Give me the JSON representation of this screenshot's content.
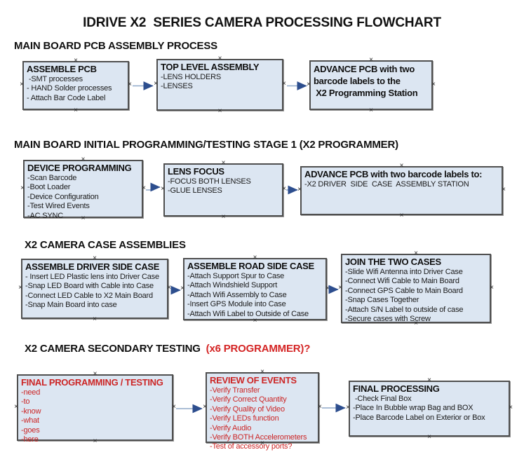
{
  "title": "IDRIVE X2  SERIES CAMERA PROCESSING FLOWCHART",
  "colors": {
    "box_fill": "#dce6f2",
    "box_border": "#4f4f4f",
    "red_text": "#cc2626",
    "heading_red": "#d42525",
    "arrow_line": "#8fa9c9",
    "arrow_head": "#2d4e8e"
  },
  "connection_point_glyph": "×",
  "sections": [
    {
      "heading": "MAIN BOARD PCB ASSEMBLY PROCESS",
      "boxes": [
        {
          "title": "ASSEMBLE PCB",
          "items": [
            " -SMT processes",
            "- HAND Solder processes",
            "- Attach Bar Code Label"
          ]
        },
        {
          "title": "TOP LEVEL ASSEMBLY",
          "items": [
            "-LENS HOLDERS",
            "-LENSES"
          ]
        },
        {
          "title_lines": [
            "ADVANCE PCB with two",
            "barcode labels to the",
            " X2 Programming Station"
          ]
        }
      ]
    },
    {
      "heading": "MAIN BOARD INITIAL PROGRAMMING/TESTING STAGE 1 (X2 PROGRAMMER)",
      "boxes": [
        {
          "title": "DEVICE PROGRAMMING",
          "items": [
            "-Scan Barcode",
            "-Boot Loader",
            "-Device Configuration",
            "-Test Wired Events",
            "-AC SYNC"
          ]
        },
        {
          "title": "LENS FOCUS",
          "items": [
            "-FOCUS BOTH LENSES",
            "-GLUE LENSES"
          ]
        },
        {
          "title": "ADVANCE PCB with two barcode labels to:",
          "items": [
            "-X2 DRIVER  SIDE  CASE  ASSEMBLY STATION"
          ]
        }
      ]
    },
    {
      "heading": "X2 CAMERA CASE ASSEMBLIES",
      "boxes": [
        {
          "title": "ASSEMBLE DRIVER SIDE CASE",
          "items": [
            "- Insert LED Plastic lens into Driver Case",
            "-Snap LED Board with Cable into Case",
            "-Connect LED Cable to X2 Main Board",
            "-Snap Main Board into case"
          ]
        },
        {
          "title": "ASSEMBLE ROAD SIDE CASE",
          "items": [
            "-Attach Support Spur to Case",
            "-Attach Windshield Support",
            "-Attach Wifi Assembly to Case",
            "-Insert GPS Module into Case",
            "-Attach Wifi Label to Outside of Case"
          ]
        },
        {
          "title": "JOIN THE TWO CASES",
          "items": [
            "-Slide Wifi Antenna into Driver Case",
            "-Connect Wifi Cable to Main Board",
            "-Connect GPS Cable to Main Board",
            "-Snap Cases Together",
            "-Attach S/N Label to outside of case",
            "-Secure cases with Screw"
          ]
        }
      ]
    },
    {
      "heading": "X2 CAMERA SECONDARY TESTING ",
      "heading_red": " (x6 PROGRAMMER)?",
      "boxes": [
        {
          "title": "FINAL PROGRAMMING / TESTING",
          "items": [
            "-need",
            "-to",
            "-know",
            "-what",
            "-goes",
            "-here"
          ]
        },
        {
          "title": "REVIEW OF EVENTS",
          "items": [
            "-Verify Transfer",
            "-Verify Correct Quantity",
            "-Verify Quality of Video",
            "-Verify LEDs function",
            "-Verify Audio",
            "-Verify BOTH Accelerometers",
            "-Test of accessory ports?"
          ]
        },
        {
          "title": "FINAL PROCESSING",
          "items": [
            " -Check Final Box",
            "-Place In Bubble wrap Bag and BOX",
            "-Place Barcode Label on Exterior or Box"
          ]
        }
      ]
    }
  ]
}
